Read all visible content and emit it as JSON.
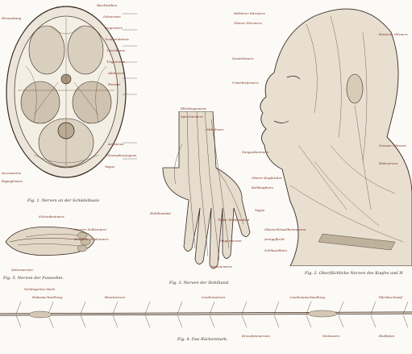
{
  "captions": {
    "fig1": "Fig. 1. Nerven an der Schädelbasis",
    "fig2": "Fig. 2. Oberflächliche Nerven des Kopfes und H",
    "fig3": "Fig. 3. Nerven der Hohlhand.",
    "fig4": "Fig. 4. Das Rückenmark.",
    "fig5": "Fig. 5. Nerven der Fusssohle."
  },
  "labels_skull": [
    "Riechkolben",
    "Sehnerven",
    "Augennerv",
    "Oculomotorius",
    "Trochlearis",
    "Trigeminus",
    "Abducens",
    "Facialis",
    "Acusticus",
    "Glossopharyngeus",
    "Vagus",
    "Accessorius",
    "Hypoglossus",
    "Hirnanhang"
  ],
  "labels_head": [
    "Mittlerer Stirnnerv",
    "Oberer Stirnnerv",
    "Hinterer Ohrnerv",
    "Gesichtsnerv",
    "Unterkiefernerv",
    "Grosser Ohrnerv",
    "Halsnerven",
    "Oberschlüsselbeinnerven",
    "Armgeflecht",
    "Schlüsselbein",
    "Zungenbeinnerv",
    "Kehlkopfnerv",
    "Vagus",
    "Oberer Kopfnicker"
  ],
  "labels_hand": [
    "Ellenbogennerv",
    "Speichennerv",
    "Mittelnerv",
    "Hohlhandast",
    "Tiefer Hohlhandast",
    "Fingernerven",
    "Daumennerv"
  ],
  "labels_foot": [
    "Schienbeinnerv",
    "Innerer Sohlennerv",
    "Äusserer Sohlennerv",
    "Zehennerven"
  ],
  "labels_cord": [
    "Verlängertes Mark",
    "Halsanschwellung",
    "Lendenanschwellung",
    "Pferdeschweif",
    "Brustnerven",
    "Lendennerven",
    "Kreuzbeinnerven",
    "Steissnerv",
    "Endfaden"
  ]
}
